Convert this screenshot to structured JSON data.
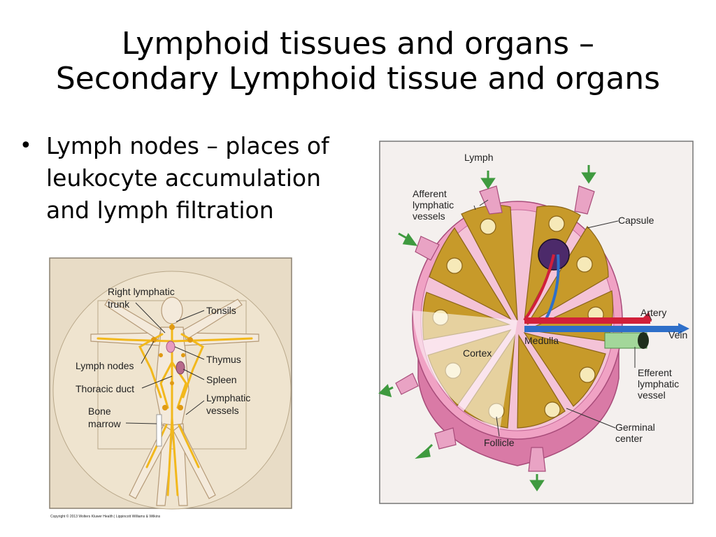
{
  "title": {
    "line1": "Lymphoid tissues and organs –",
    "line2": "Secondary Lymphoid tissue and organs"
  },
  "bullets": [
    "Lymph nodes – places of leukocyte accumulation and lymph filtration"
  ],
  "body_figure": {
    "labels": {
      "right_lymphatic_trunk_1": "Right lymphatic",
      "right_lymphatic_trunk_2": "trunk",
      "tonsils": "Tonsils",
      "lymph_nodes": "Lymph nodes",
      "thymus": "Thymus",
      "thoracic_duct": "Thoracic duct",
      "spleen": "Spleen",
      "bone_marrow_1": "Bone",
      "bone_marrow_2": "marrow",
      "lymphatic_vessels_1": "Lymphatic",
      "lymphatic_vessels_2": "vessels"
    },
    "copyright": "Copyright © 2013 Wolters Kluwer Health | Lippincott Williams & Wilkins"
  },
  "node_figure": {
    "labels": {
      "lymph": "Lymph",
      "afferent_1": "Afferent",
      "afferent_2": "lymphatic",
      "afferent_3": "vessels",
      "capsule": "Capsule",
      "artery": "Artery",
      "vein": "Vein",
      "medulla": "Medulla",
      "cortex": "Cortex",
      "efferent_1": "Efferent",
      "efferent_2": "lymphatic",
      "efferent_3": "vessel",
      "germinal_1": "Germinal",
      "germinal_2": "center",
      "follicle": "Follicle"
    }
  },
  "colors": {
    "capsule_pink": "#e58fb8",
    "follicle_gold": "#c79a2a",
    "artery_red": "#d1203a",
    "vein_blue": "#2e6fc9",
    "lymph_arrow_green": "#3f9a3f",
    "parchment": "#efe4cf",
    "lymph_yellow": "#f2b81c"
  }
}
